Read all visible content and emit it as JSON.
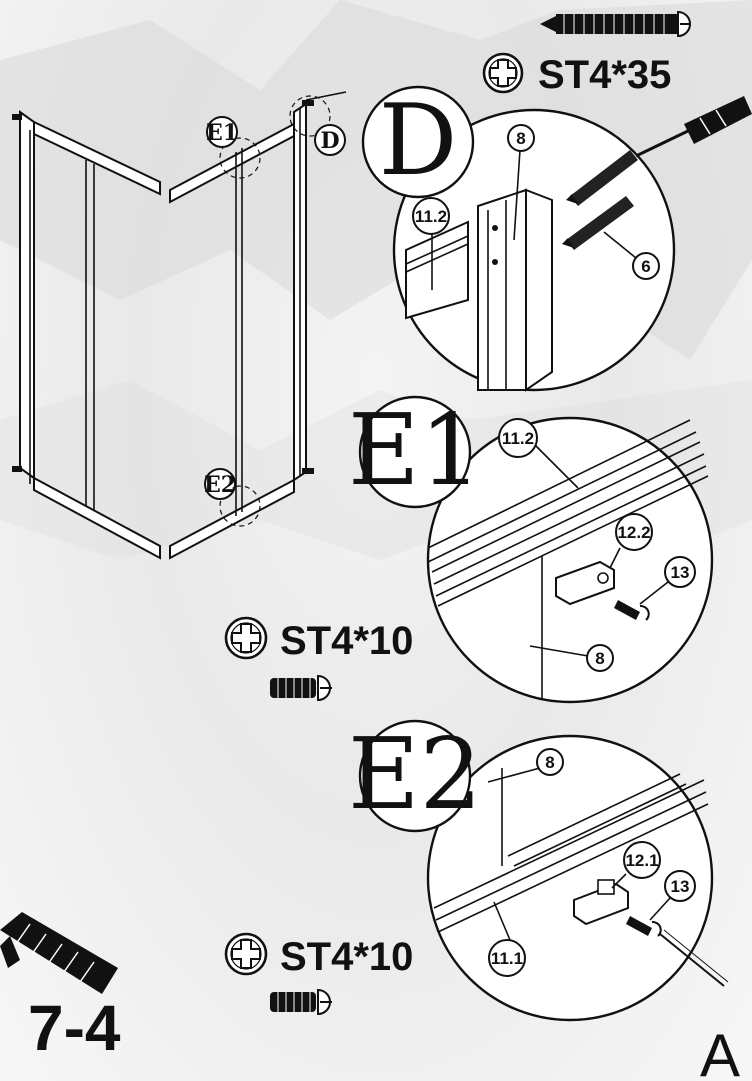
{
  "detail_labels": {
    "d": "D",
    "e1": "E1",
    "e2": "E2"
  },
  "screw_specs": {
    "top": "ST4*35",
    "middle": "ST4*10",
    "bottom": "ST4*10"
  },
  "part_tags": {
    "d_8": "8",
    "d_11_2": "11.2",
    "d_6": "6",
    "e1_11_2": "11.2",
    "e1_12_2": "12.2",
    "e1_13": "13",
    "e1_8": "8",
    "e2_8": "8",
    "e2_12_1": "12.1",
    "e2_13": "13",
    "e2_11_1": "11.1"
  },
  "overview_markers": {
    "e1": "E1",
    "d": "D",
    "e2": "E2"
  },
  "step_label": "7-4",
  "page_letter": "A"
}
